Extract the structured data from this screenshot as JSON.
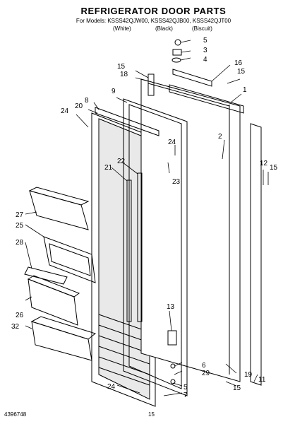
{
  "header": {
    "title": "REFRIGERATOR DOOR PARTS",
    "models_line": "For Models: KSSS42QJW00, KSSS42QJB00, KSSS42QJT00",
    "finishes": [
      "(White)",
      "(Black)",
      "(Biscuit)"
    ]
  },
  "footer": {
    "doc_number": "4396748",
    "page_number": "15"
  },
  "callouts": [
    "5",
    "3",
    "4",
    "16",
    "15",
    "18",
    "15",
    "1",
    "9",
    "8",
    "20",
    "24",
    "2",
    "24",
    "22",
    "21",
    "23",
    "12",
    "15",
    "27",
    "25",
    "28",
    "26",
    "32",
    "13",
    "6",
    "29",
    "19",
    "15",
    "11",
    "24",
    "5",
    "7"
  ]
}
